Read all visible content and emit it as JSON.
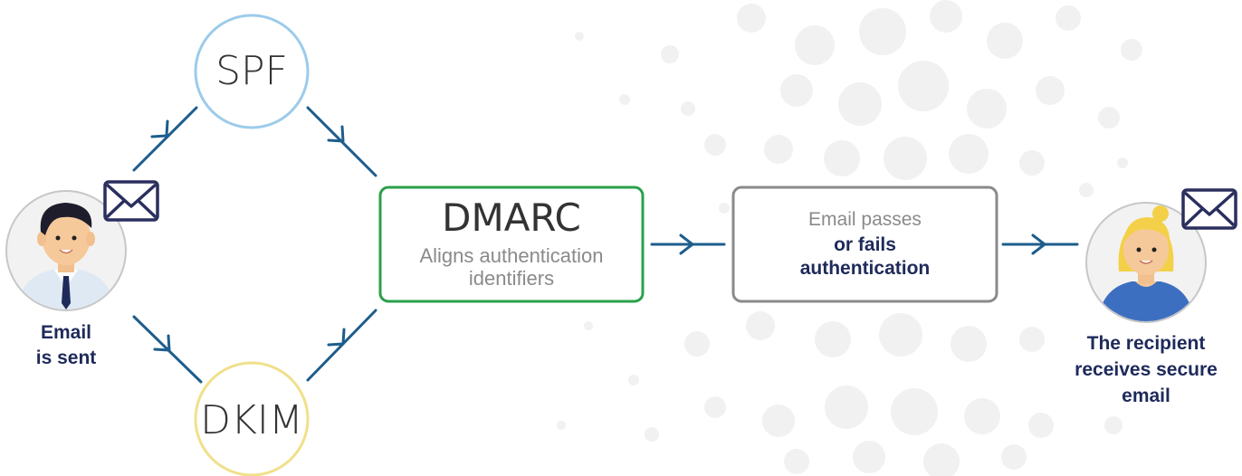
{
  "colors": {
    "arrow": "#1d5d8c",
    "spf_ring": "#9ccbea",
    "dkim_ring": "#f0e08a",
    "dmarc_border": "#2aa04a",
    "result_border": "#8a8a8a",
    "navy_text": "#1e2a5a",
    "grey_text": "#8a8a8a",
    "envelope": "#2a2f5e"
  },
  "sender": {
    "label_line1": "Email",
    "label_line2": "is sent",
    "icon": "man-avatar"
  },
  "spf": {
    "label": "SPF"
  },
  "dkim": {
    "label": "DKIM"
  },
  "dmarc": {
    "title": "DMARC",
    "desc_line1": "Aligns authentication",
    "desc_line2": "identifiers"
  },
  "result": {
    "line1": "Email passes",
    "line2": "or fails",
    "line3": "authentication"
  },
  "recipient": {
    "label_line1": "The recipient",
    "label_line2": "receives secure",
    "label_line3": "email",
    "icon": "woman-avatar"
  },
  "icons": [
    "envelope-icon",
    "arrow-icon"
  ]
}
